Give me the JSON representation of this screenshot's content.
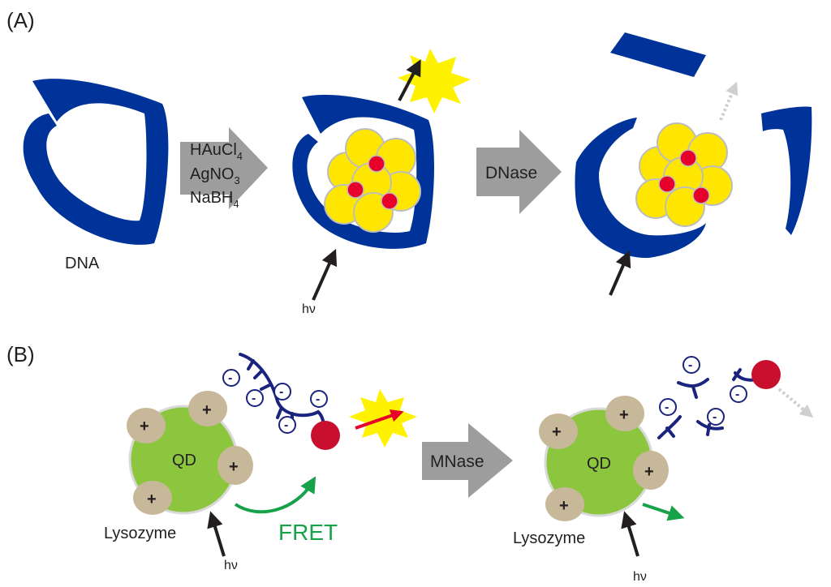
{
  "colors": {
    "dna": "#003399",
    "gold": "#ffe600",
    "silver": "#e8002d",
    "qd": "#8cc63f",
    "lysozyme": "#c8b89a",
    "process_arrow": "#9d9d9d",
    "fret": "#17a24a",
    "dye": "#c8102e",
    "emission": "#fff200"
  },
  "panel_a": {
    "label": "(A)",
    "dna_label": "DNA",
    "reagents": {
      "r1": "HAuCl",
      "r1_sub": "4",
      "r2": "AgNO",
      "r2_sub": "3",
      "r3": "NaBH",
      "r3_sub": "4"
    },
    "step_arrow": "DNase",
    "light_label": "hν"
  },
  "panel_b": {
    "label": "(B)",
    "qd_label_1": "QD",
    "qd_label_2": "QD",
    "lysozyme_1": "Lysozyme",
    "lysozyme_2": "Lysozyme",
    "plus": "+",
    "minus": "-",
    "fret_label": "FRET",
    "step_arrow": "MNase",
    "light_label_1": "hν",
    "light_label_2": "hν"
  }
}
